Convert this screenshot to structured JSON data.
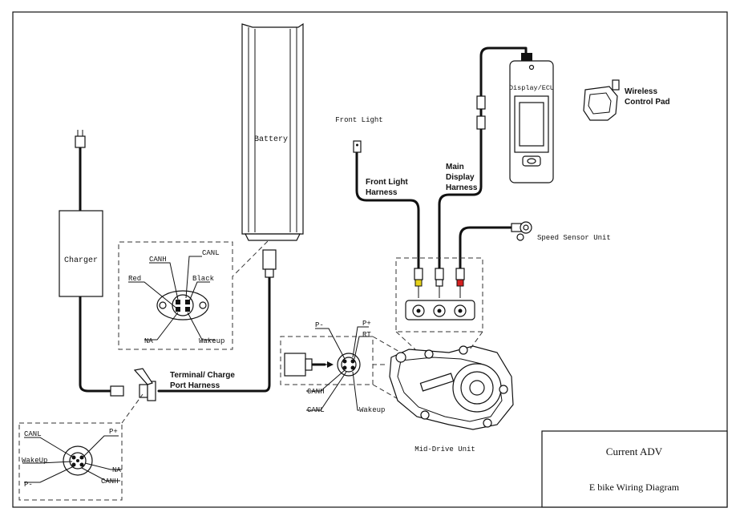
{
  "labels": {
    "battery": "Battery",
    "charger": "Charger",
    "front_light": "Front Light",
    "front_light_harness": [
      "Front Light",
      "Harness"
    ],
    "main_display_harness": [
      "Main",
      "Display",
      "Harness"
    ],
    "display_ecu": "Display/ECU",
    "wireless_control_pad": [
      "Wireless",
      "Control Pad"
    ],
    "speed_sensor_unit": "Speed Sensor Unit",
    "terminal_charge_port_harness": [
      "Terminal/ Charge",
      "Port Harness"
    ],
    "mid_drive_unit": "Mid-Drive Unit"
  },
  "battery_connector_pins": {
    "canh": "CANH",
    "canl": "CANL",
    "red": "Red",
    "black": "Black",
    "na": "NA",
    "wakeup": "Wakeup"
  },
  "motor_connector_pins": {
    "p_minus": "P-",
    "p_plus": "P+",
    "rt": "RT",
    "canh": "CANH",
    "canl": "CANL",
    "wakeup": "Wakeup"
  },
  "charge_port_pins": {
    "canl": "CANL",
    "p_plus": "P+",
    "wakeup": "WakeUp",
    "na": "NA",
    "p_minus": "P-",
    "canh": "CANH"
  },
  "title_block": {
    "title": "Current ADV",
    "subtitle": "E bike Wiring Diagram"
  },
  "colors": {
    "front_light_connector": "#e6d21a",
    "speed_sensor_connector": "#d42020",
    "wire": "#111111"
  }
}
